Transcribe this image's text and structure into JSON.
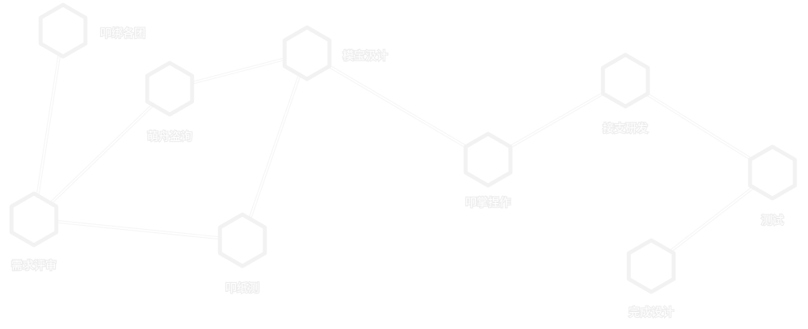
{
  "diagram": {
    "nodes": [
      {
        "id": "n1",
        "label": "叩绑各团"
      },
      {
        "id": "n2",
        "label": "模宝汲计"
      },
      {
        "id": "n3",
        "label": "萌舟盗询"
      },
      {
        "id": "n4",
        "label": "需求评审"
      },
      {
        "id": "n5",
        "label": "叩纸测"
      },
      {
        "id": "n6",
        "label": "叩掌捏作"
      },
      {
        "id": "n7",
        "label": "接支研发"
      },
      {
        "id": "n8",
        "label": "测试"
      },
      {
        "id": "n9",
        "label": "完成设计"
      }
    ],
    "edges": [
      {
        "from": "n1",
        "to": "n4"
      },
      {
        "from": "n4",
        "to": "n3"
      },
      {
        "from": "n3",
        "to": "n2"
      },
      {
        "from": "n4",
        "to": "n5"
      },
      {
        "from": "n5",
        "to": "n2"
      },
      {
        "from": "n2",
        "to": "n6"
      },
      {
        "from": "n6",
        "to": "n7"
      },
      {
        "from": "n7",
        "to": "n8"
      },
      {
        "from": "n8",
        "to": "n9"
      }
    ]
  }
}
